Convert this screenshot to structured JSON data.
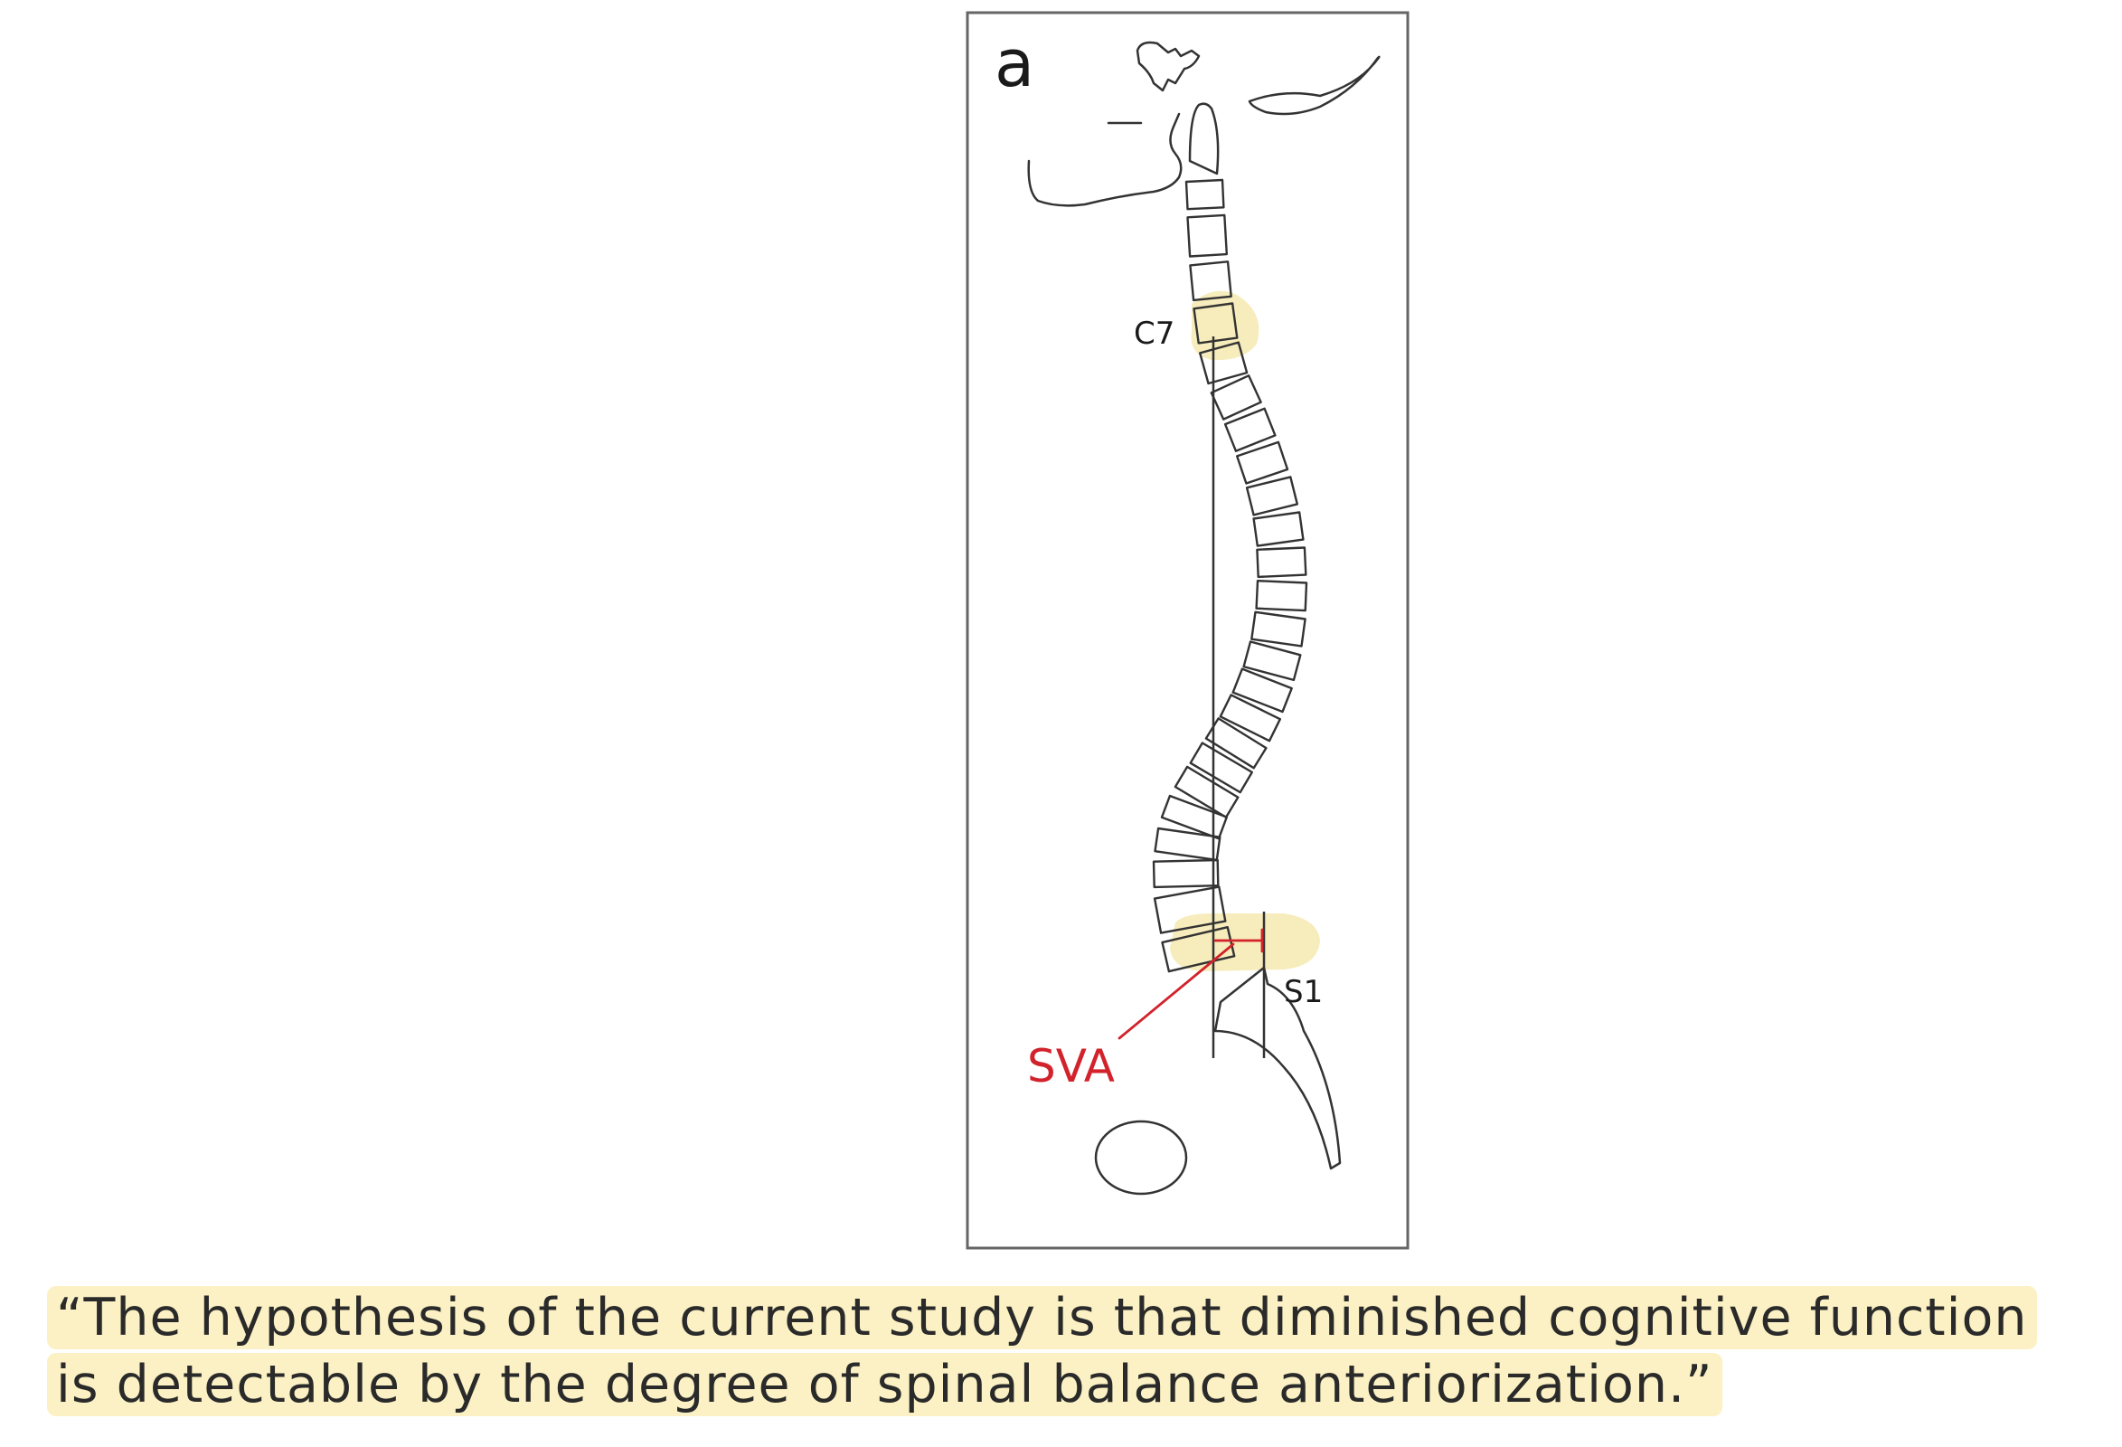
{
  "figure": {
    "panel_label": "a",
    "labels": {
      "c7": "C7",
      "s1": "S1",
      "sva": "SVA"
    },
    "colors": {
      "outline": "#333333",
      "highlight": "#f7ecbc",
      "measure": "#d2222b",
      "frame": "#555555"
    }
  },
  "caption": {
    "text": "“The hypothesis of the current study is that diminished cognitive function is detectable by the degree of spinal balance anteriorization.”"
  }
}
